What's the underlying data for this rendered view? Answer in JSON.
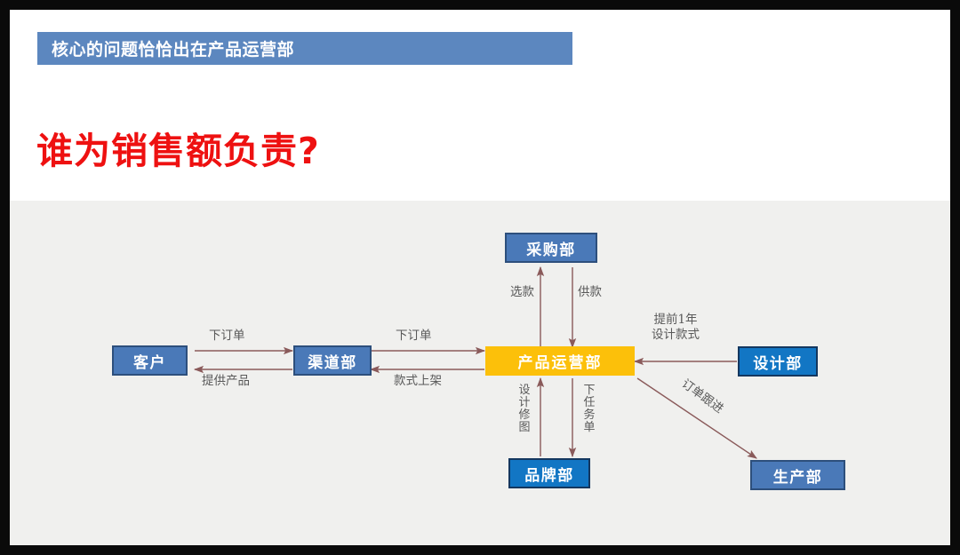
{
  "slide": {
    "banner_title": "核心的问题恰恰出在产品运营部",
    "headline": "谁为销售额负责?",
    "banner_color": "#5c87bf",
    "headline_color": "#ee1111",
    "panel_color": "#f0f0ee",
    "frame_color": "#0a0a0a"
  },
  "diagram": {
    "nodes": [
      {
        "id": "customer",
        "label": "客户",
        "style": "muted",
        "color": "#4a79b8"
      },
      {
        "id": "channel",
        "label": "渠道部",
        "style": "muted",
        "color": "#4a79b8"
      },
      {
        "id": "purchasing",
        "label": "采购部",
        "style": "muted",
        "color": "#4a79b8"
      },
      {
        "id": "product-ops",
        "label": "产品运营部",
        "style": "amber",
        "color": "#fcc00a"
      },
      {
        "id": "design",
        "label": "设计部",
        "style": "bright",
        "color": "#1276c4"
      },
      {
        "id": "brand",
        "label": "品牌部",
        "style": "bright",
        "color": "#1276c4"
      },
      {
        "id": "production",
        "label": "生产部",
        "style": "muted",
        "color": "#4a79b8"
      }
    ],
    "edges": [
      {
        "id": "customer-to-channel",
        "label": "下订单",
        "from": "customer",
        "to": "channel",
        "direction": "right"
      },
      {
        "id": "channel-to-customer",
        "label": "提供产品",
        "from": "channel",
        "to": "customer",
        "direction": "left"
      },
      {
        "id": "channel-to-productops",
        "label": "下订单",
        "from": "channel",
        "to": "product-ops",
        "direction": "right"
      },
      {
        "id": "productops-to-channel",
        "label": "款式上架",
        "from": "product-ops",
        "to": "channel",
        "direction": "left"
      },
      {
        "id": "productops-to-purchasing",
        "label": "选款",
        "from": "product-ops",
        "to": "purchasing",
        "direction": "up"
      },
      {
        "id": "purchasing-to-productops",
        "label": "供款",
        "from": "purchasing",
        "to": "product-ops",
        "direction": "down"
      },
      {
        "id": "brand-to-productops",
        "label": "设计修图",
        "from": "brand",
        "to": "product-ops",
        "direction": "up"
      },
      {
        "id": "productops-to-brand",
        "label": "下任务单",
        "from": "product-ops",
        "to": "brand",
        "direction": "down"
      },
      {
        "id": "design-to-productops",
        "label": "提前1年\n设计款式",
        "from": "design",
        "to": "product-ops",
        "direction": "left"
      },
      {
        "id": "productops-to-production",
        "label": "订单跟进",
        "from": "product-ops",
        "to": "production",
        "direction": "diagonal-down-right"
      }
    ],
    "arrow_color": "#8a5a5a",
    "label_color": "#595959"
  }
}
